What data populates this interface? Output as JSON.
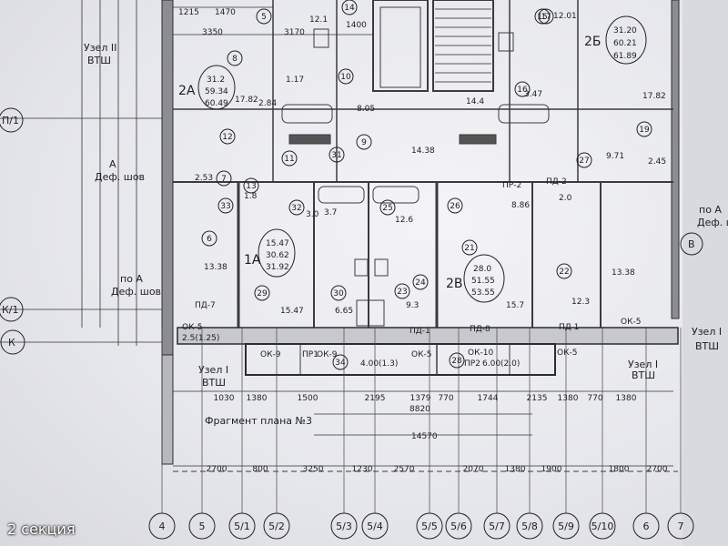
{
  "caption": "2 секция",
  "plan_title": "Фрагмент плана №3",
  "nodes": {
    "node2_top": "Узел II",
    "node2_bottom": "ВТШ",
    "node1_left_top": "Узел I",
    "node1_left_bottom": "ВТШ",
    "node1_right_top": "Узел I",
    "node1_right_bottom": "ВТШ",
    "node1_far_top": "Узел I",
    "node1_far_bottom": "ВТШ"
  },
  "notes": {
    "def_a_top_label": "А",
    "def_a_top": "Деф. шов",
    "def_a_mid_label": "по А",
    "def_a_mid": "Деф. шов",
    "def_a_right_label": "по А",
    "def_a_right": "Деф. шов"
  },
  "apartments": [
    {
      "code": "2А",
      "l1": "31.2",
      "l2": "59.34",
      "l3": "60.49"
    },
    {
      "code": "2Б",
      "l1": "31.20",
      "l2": "60.21",
      "l3": "61.89"
    },
    {
      "code": "1А",
      "l1": "15.47",
      "l2": "30.62",
      "l3": "31.92"
    },
    {
      "code": "2В",
      "l1": "28.0",
      "l2": "51.55",
      "l3": "53.55"
    }
  ],
  "areas": [
    "12.1",
    "1.17",
    "8.05",
    "14.4",
    "3.47",
    "17.82",
    "17.82",
    "2.84",
    "14.38",
    "8.86",
    "9.71",
    "2.45",
    "2.53",
    "1.8",
    "3.0",
    "3.7",
    "12.6",
    "2.0",
    "13.38",
    "15.47",
    "6.65",
    "9.3",
    "15.7",
    "12.3",
    "13.38",
    "12.01"
  ],
  "windows": [
    "ОК-5",
    "ОК-9",
    "ОК-9",
    "ОК-5",
    "ОК-10",
    "ОК-5",
    "ОК-5",
    "ПД-1",
    "ПД-8",
    "ПД 1",
    "ПД-7",
    "ПД-2",
    "ПР-2",
    "ПР1",
    "ПР2"
  ],
  "window_sizes": [
    "2.5(1.25)",
    "4.00(1.3)",
    "6.00(2.0)"
  ],
  "top_dims": [
    "3350",
    "3170",
    "1400",
    "1215",
    "1470"
  ],
  "dims_row1": [
    "1030",
    "1380",
    "1500",
    "2195",
    "1379",
    "770",
    "1744",
    "2135",
    "1380",
    "770",
    "1380"
  ],
  "dims_row2": [
    "8820"
  ],
  "dims_row3": [
    "14570"
  ],
  "dims_row4": [
    "2700",
    "800",
    "3250",
    "1230",
    "2570",
    "2070",
    "1380",
    "1900",
    "1800",
    "2700"
  ],
  "axes_bottom": [
    "4",
    "5",
    "5/1",
    "5/2",
    "5/3",
    "5/4",
    "5/5",
    "5/6",
    "5/7",
    "5/8",
    "5/9",
    "5/10",
    "6",
    "7"
  ],
  "axes_left": [
    "П/1",
    "К/1",
    "К"
  ],
  "axes_right": [
    "В"
  ],
  "room_numbers": [
    "5",
    "6",
    "7",
    "8",
    "9",
    "10",
    "11",
    "12",
    "13",
    "14",
    "15",
    "16",
    "17",
    "19",
    "21",
    "22",
    "23",
    "24",
    "25",
    "26",
    "27",
    "28",
    "29",
    "30",
    "31",
    "32",
    "33",
    "34"
  ]
}
